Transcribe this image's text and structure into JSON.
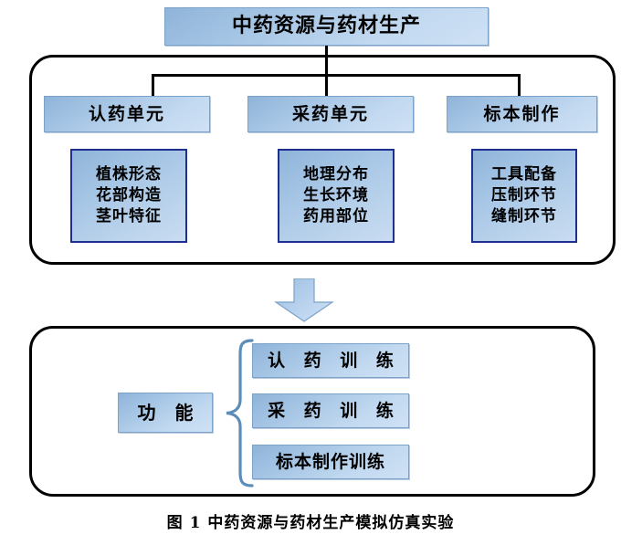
{
  "diagram": {
    "title_box": {
      "label": "中药资源与药材生产"
    },
    "units": [
      {
        "header": "认药单元",
        "items": [
          "植株形态",
          "花部构造",
          "茎叶特征"
        ]
      },
      {
        "header": "采药单元",
        "items": [
          "地理分布",
          "生长环境",
          "药用部位"
        ]
      },
      {
        "header": "标本制作",
        "items": [
          "工具配备",
          "压制环节",
          "缝制环节"
        ]
      }
    ],
    "flow_arrow": {
      "icon": "arrow-down-icon"
    },
    "function_section": {
      "label": "功 能",
      "brace": "curly-brace-icon",
      "trainings": [
        "认 药 训 练",
        "采 药 训 练",
        "标本制作训练"
      ]
    },
    "caption": "图 1  中药资源与药材生产模拟仿真实验",
    "colors": {
      "box_fill_light": "#cfe1f5",
      "box_fill_dark": "#8fb4d9",
      "box_border": "#7ba2c8",
      "inner_box_border": "#1f2f8f",
      "container_border": "#000000",
      "brace_stroke": "#5b8db8"
    }
  }
}
